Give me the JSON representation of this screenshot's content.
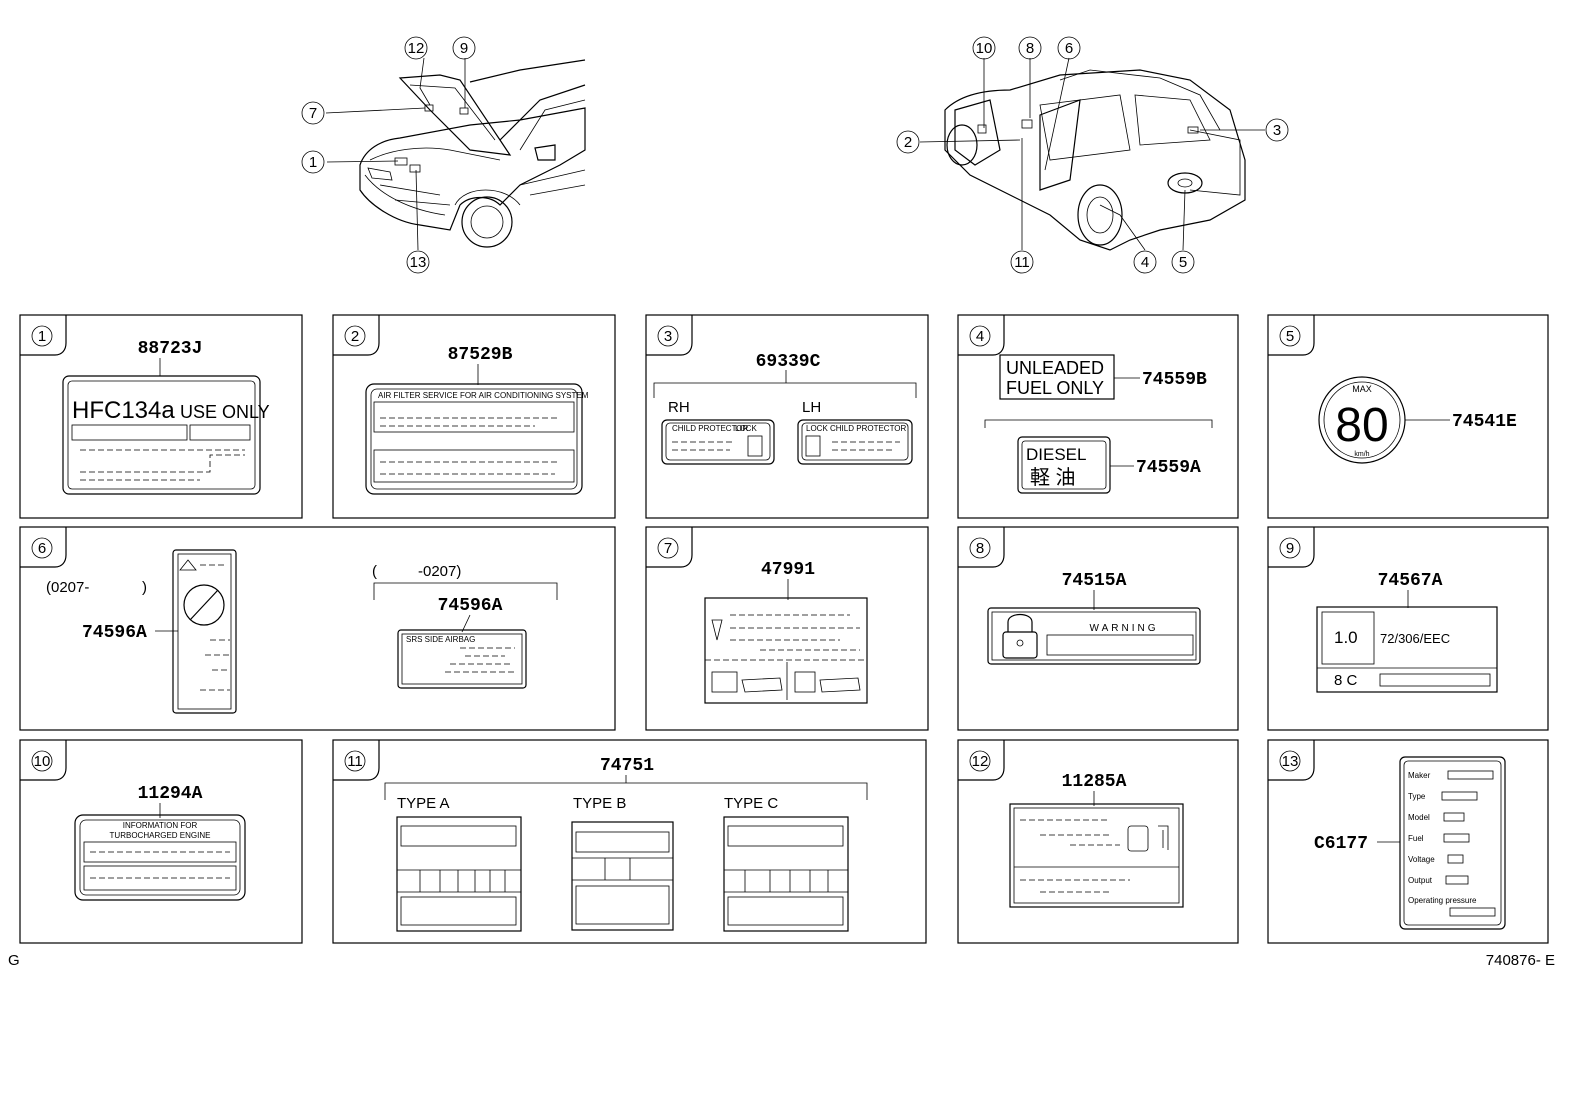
{
  "callouts_front": [
    "12",
    "9",
    "7",
    "1",
    "13"
  ],
  "callouts_rear": [
    "10",
    "8",
    "6",
    "2",
    "3",
    "11",
    "4",
    "5"
  ],
  "panels": [
    {
      "no": "1",
      "part": "88723J",
      "text": [
        "HFC134a",
        "USE ONLY"
      ]
    },
    {
      "no": "2",
      "part": "87529B",
      "text": [
        "AIR FILTER SERVICE FOR AIR CONDITIONING SYSTEM"
      ]
    },
    {
      "no": "3",
      "part": "69339C",
      "sides": [
        "RH",
        "LH"
      ],
      "text": [
        "CHILD PROTECTOR",
        "CHILD PROTECTOR",
        "LOCK",
        "LOCK"
      ]
    },
    {
      "no": "4",
      "parts": [
        "74559B",
        "74559A"
      ],
      "text": [
        "UNLEADED",
        "FUEL ONLY",
        "DIESEL",
        "軽 油"
      ]
    },
    {
      "no": "5",
      "part": "74541E",
      "text": [
        "MAX",
        "80",
        "km/h"
      ]
    },
    {
      "no": "6",
      "parts": [
        "74596A",
        "74596A"
      ],
      "ranges": [
        "(0207-",
        ")",
        "(",
        "-0207)"
      ],
      "text": [
        "SRS SIDE AIRBAG"
      ]
    },
    {
      "no": "7",
      "part": "47991"
    },
    {
      "no": "8",
      "part": "74515A",
      "text": [
        "WARNING"
      ]
    },
    {
      "no": "9",
      "part": "74567A",
      "text": [
        "1.0",
        "72/306/EEC",
        "8 C"
      ]
    },
    {
      "no": "10",
      "part": "11294A",
      "text": [
        "INFORMATION FOR",
        "TURBOCHARGED ENGINE"
      ]
    },
    {
      "no": "11",
      "part": "74751",
      "types": [
        "TYPE A",
        "TYPE B",
        "TYPE C"
      ]
    },
    {
      "no": "12",
      "part": "11285A"
    },
    {
      "no": "13",
      "part": "C6177",
      "fields": [
        "Maker",
        "Type",
        "Model",
        "Fuel",
        "Voltage",
        "Output",
        "Operating pressure"
      ]
    }
  ],
  "footer": {
    "left": "G",
    "right": "740876- E"
  },
  "colors": {
    "line": "#000000",
    "background": "#ffffff"
  }
}
